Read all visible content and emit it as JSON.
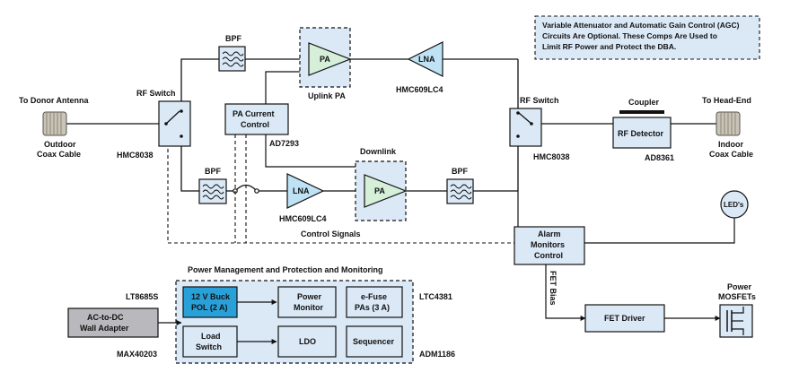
{
  "colors": {
    "block_fill": "#dbe9f7",
    "block_stroke": "#1a1a1a",
    "highlight_fill": "#2aa0d8",
    "amp_fill": "#bfe3f5",
    "amp_fill_pa": "#d6efd9",
    "wire": "#111111"
  },
  "labels": {
    "donor_antenna": "To Donor Antenna",
    "outdoor_coax_1": "Outdoor",
    "outdoor_coax_2": "Coax Cable",
    "rf_switch_left": "RF Switch",
    "hmc8038_left": "HMC8038",
    "rf_switch_right": "RF Switch",
    "hmc8038_right": "HMC8038",
    "bpf_top": "BPF",
    "bpf_bottom_left": "BPF",
    "bpf_bottom_right": "BPF",
    "pa_top": "PA",
    "uplink_pa": "Uplink PA",
    "lna_top": "LNA",
    "hmc609_top": "HMC609LC4",
    "pa_current_1": "PA Current",
    "pa_current_2": "Control",
    "ad7293": "AD7293",
    "downlink": "Downlink",
    "lna_bottom": "LNA",
    "pa_bottom": "PA",
    "hmc609_bottom": "HMC609LC4",
    "control_signals": "Control Signals",
    "coupler": "Coupler",
    "rf_detector": "RF Detector",
    "ad8361": "AD8361",
    "head_end": "To Head-End",
    "indoor_coax_1": "Indoor",
    "indoor_coax_2": "Coax Cable",
    "leds": "LED's",
    "alarm_1": "Alarm",
    "alarm_2": "Monitors",
    "alarm_3": "Control",
    "fet_bias": "FET Bias",
    "fet_driver": "FET Driver",
    "power_mosfets_1": "Power",
    "power_mosfets_2": "MOSFETs",
    "note_1": "Variable Attenuator and Automatic Gain Control (AGC)",
    "note_2": "Circuits Are Optional. These Comps Are Used to",
    "note_3": "Limit RF Power and Protect the DBA.",
    "pm_title": "Power Management and Protection and Monitoring",
    "lt8685s": "LT8685S",
    "max40203": "MAX40203",
    "ltc4381": "LTC4381",
    "adm1186": "ADM1186",
    "buck_1": "12 V Buck",
    "buck_2": "POL (2 A)",
    "power_monitor_1": "Power",
    "power_monitor_2": "Monitor",
    "efuse_1": "e-Fuse",
    "efuse_2": "PAs (3 A)",
    "load_switch_1": "Load",
    "load_switch_2": "Switch",
    "ldo": "LDO",
    "sequencer": "Sequencer",
    "ac_dc_1": "AC-to-DC",
    "ac_dc_2": "Wall Adapter"
  }
}
